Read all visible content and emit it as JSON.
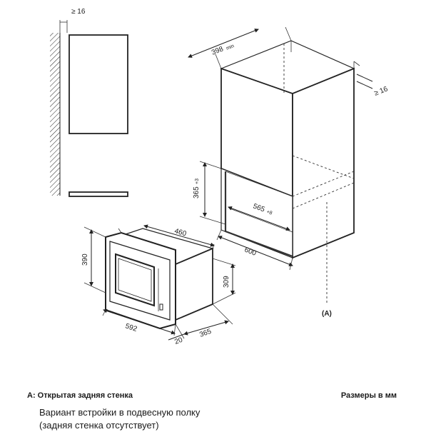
{
  "dimensions": {
    "wall_gap": "≥ 16",
    "cabinet_depth_min": "398",
    "cabinet_depth_min_suffix": "min",
    "cabinet_side_gap": "≥ 16",
    "niche_height": "365",
    "niche_height_tol": "+3",
    "niche_width": "565",
    "niche_width_tol": "+8",
    "cabinet_width": "600",
    "oven_depth": "460",
    "oven_front_height": "390",
    "oven_body_height": "309",
    "oven_front_width": "592",
    "frame_depth": "20",
    "oven_body_depth": "365"
  },
  "callout_label": "(A)",
  "legend": {
    "title": "A: Открытая задняя стенка",
    "description_line1": "Вариант встройки в подвесную полку",
    "description_line2": "(задняя стенка отсутствует)",
    "units": "Размеры в мм"
  }
}
